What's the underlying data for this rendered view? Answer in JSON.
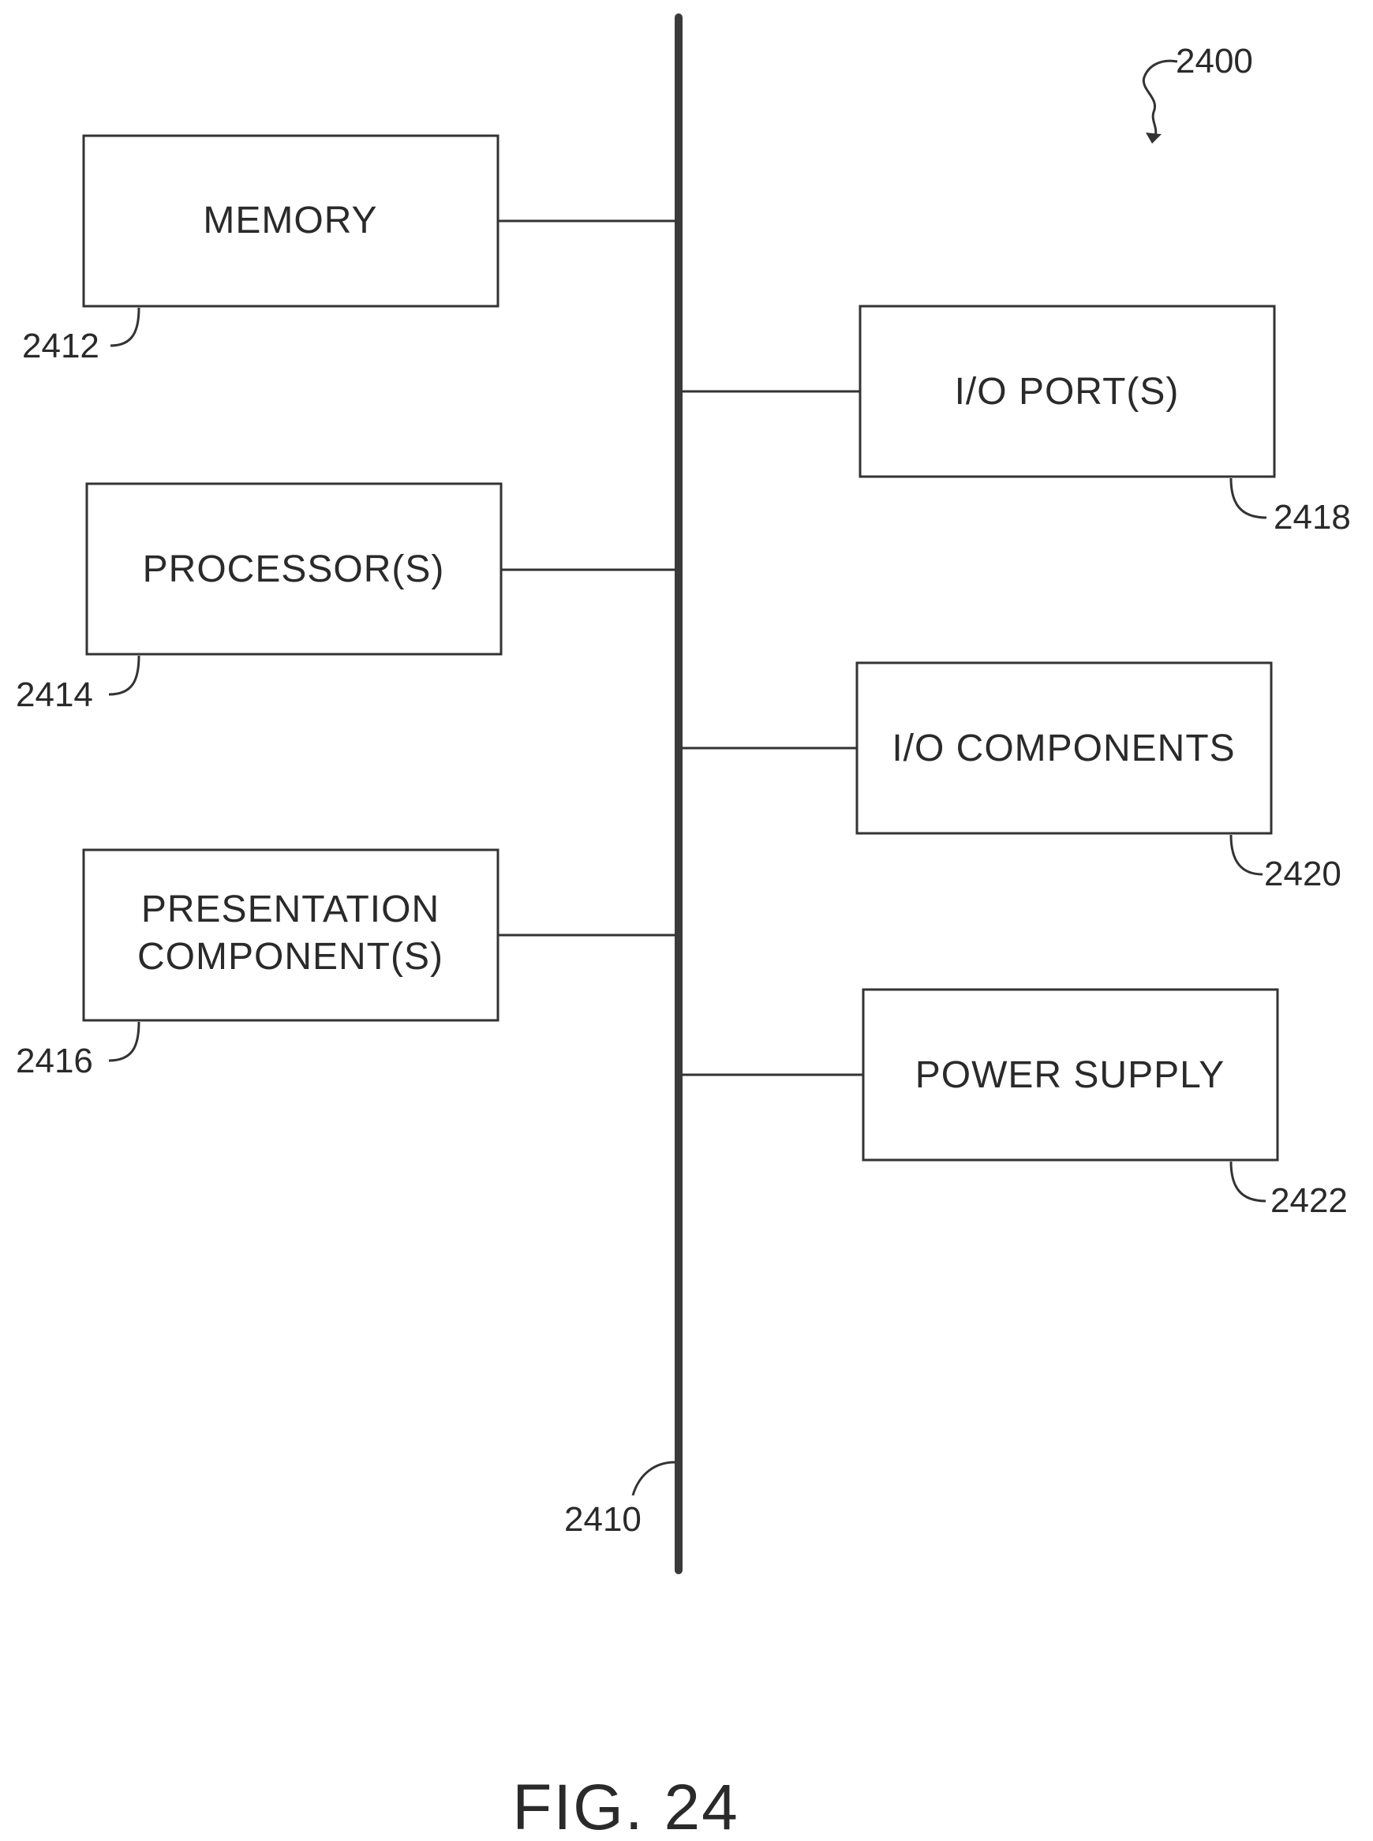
{
  "figure": {
    "title": "FIG. 24",
    "system_ref": "2400",
    "bus_ref": "2410"
  },
  "components": {
    "memory": {
      "label": "MEMORY",
      "ref": "2412"
    },
    "processor": {
      "label": "PROCESSOR(S)",
      "ref": "2414"
    },
    "presentation": {
      "label_line1": "PRESENTATION",
      "label_line2": "COMPONENT(S)",
      "ref": "2416"
    },
    "io_ports": {
      "label": "I/O PORT(S)",
      "ref": "2418"
    },
    "io_components": {
      "label": "I/O COMPONENTS",
      "ref": "2420"
    },
    "power_supply": {
      "label": "POWER SUPPLY",
      "ref": "2422"
    }
  }
}
